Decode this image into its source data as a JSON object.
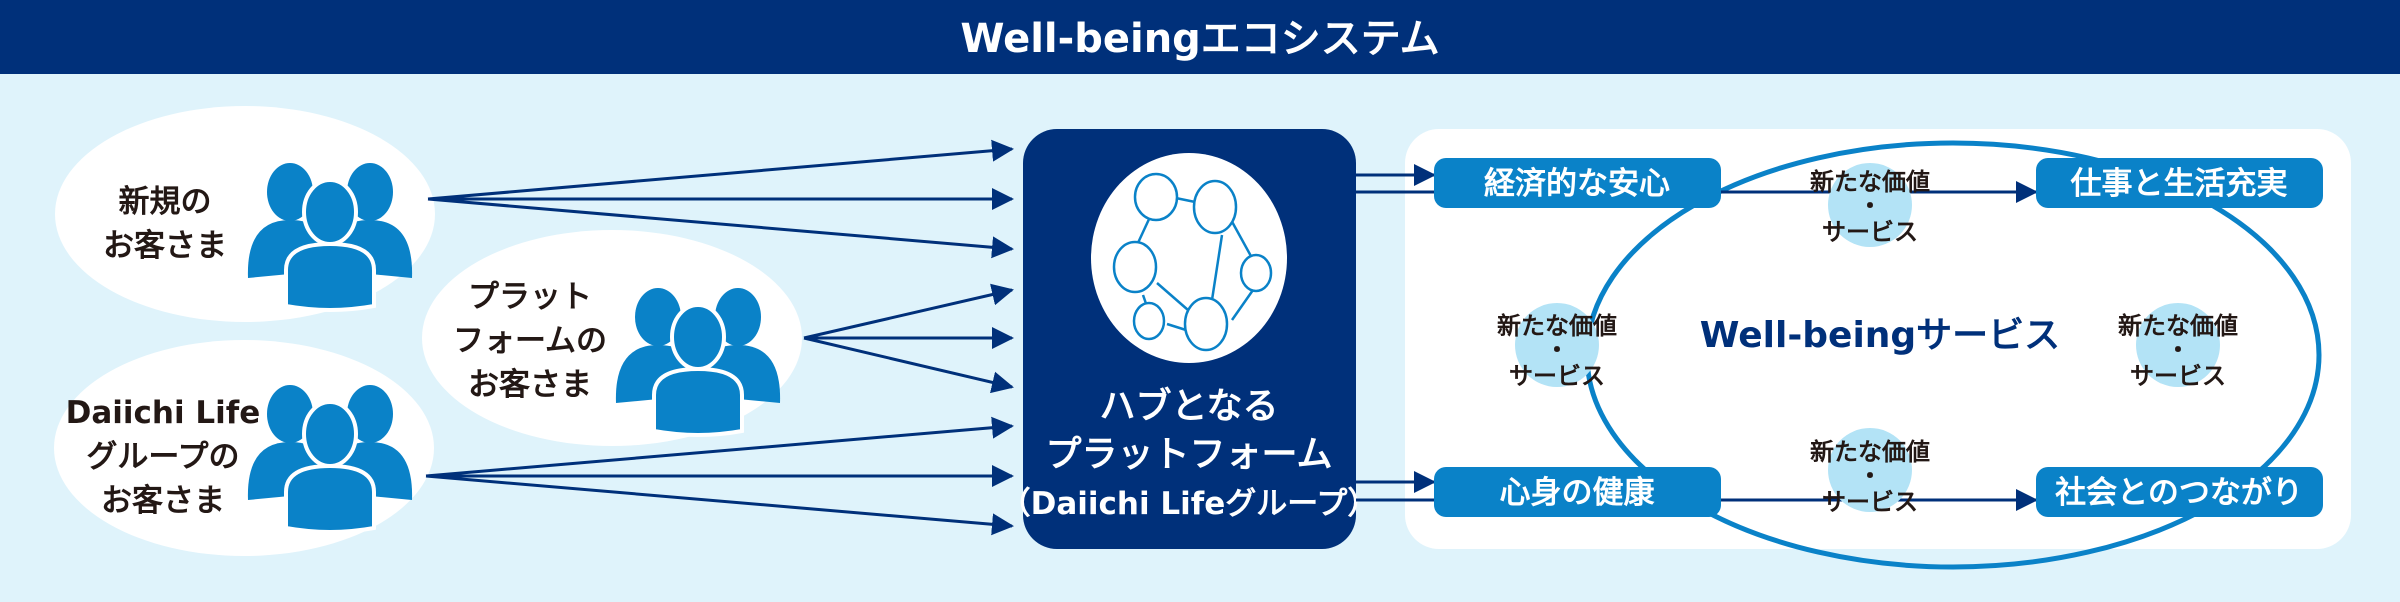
{
  "header": {
    "title": "Well-beingエコシステム"
  },
  "customers": [
    {
      "lines": [
        "新規の",
        "お客さま"
      ]
    },
    {
      "lines": [
        "プラット",
        "フォームの",
        "お客さま"
      ]
    },
    {
      "lines": [
        "Daiichi Life",
        "グループの",
        "お客さま"
      ]
    }
  ],
  "hub": {
    "lines": [
      "ハブとなる",
      "プラットフォーム",
      "（Daiichi Lifeグループ）"
    ]
  },
  "services": {
    "center_label": "Well-beingサービス",
    "pills": [
      "経済的な安心",
      "仕事と生活充実",
      "心身の健康",
      "社会とのつながり"
    ],
    "value_bubble": {
      "line1": "新たな価値",
      "line2": "・",
      "line3": "サービス"
    }
  },
  "colors": {
    "navy": "#00307a",
    "blue": "#0a82c8",
    "light_bg": "#dff3fb",
    "bubble": "#b3e3f6"
  }
}
